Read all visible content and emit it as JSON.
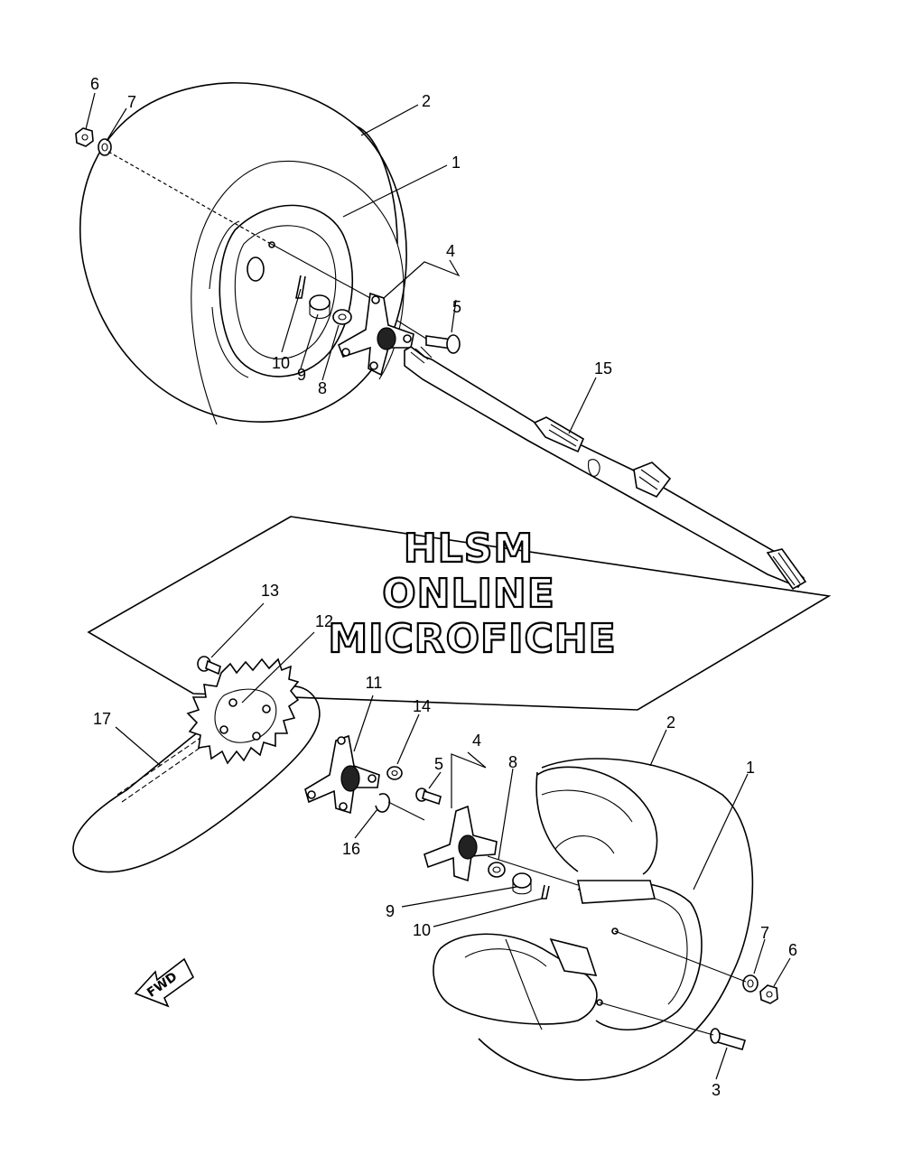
{
  "diagram": {
    "watermark": [
      "HLSM",
      "ONLINE",
      "MICROFICHE"
    ],
    "fwd_label": "FWD",
    "callouts": [
      {
        "id": "c6a",
        "text": "6"
      },
      {
        "id": "c7a",
        "text": "7"
      },
      {
        "id": "c2a",
        "text": "2"
      },
      {
        "id": "c1a",
        "text": "1"
      },
      {
        "id": "c4a",
        "text": "4"
      },
      {
        "id": "c5a",
        "text": "5"
      },
      {
        "id": "c10a",
        "text": "10"
      },
      {
        "id": "c9a",
        "text": "9"
      },
      {
        "id": "c8a",
        "text": "8"
      },
      {
        "id": "c15",
        "text": "15"
      },
      {
        "id": "c13",
        "text": "13"
      },
      {
        "id": "c12",
        "text": "12"
      },
      {
        "id": "c17",
        "text": "17"
      },
      {
        "id": "c11",
        "text": "11"
      },
      {
        "id": "c14",
        "text": "14"
      },
      {
        "id": "c4b",
        "text": "4"
      },
      {
        "id": "c5b",
        "text": "5"
      },
      {
        "id": "c8b",
        "text": "8"
      },
      {
        "id": "c16",
        "text": "16"
      },
      {
        "id": "c2b",
        "text": "2"
      },
      {
        "id": "c1b",
        "text": "1"
      },
      {
        "id": "c9b",
        "text": "9"
      },
      {
        "id": "c10b",
        "text": "10"
      },
      {
        "id": "c7b",
        "text": "7"
      },
      {
        "id": "c6b",
        "text": "6"
      },
      {
        "id": "c3",
        "text": "3"
      }
    ]
  }
}
